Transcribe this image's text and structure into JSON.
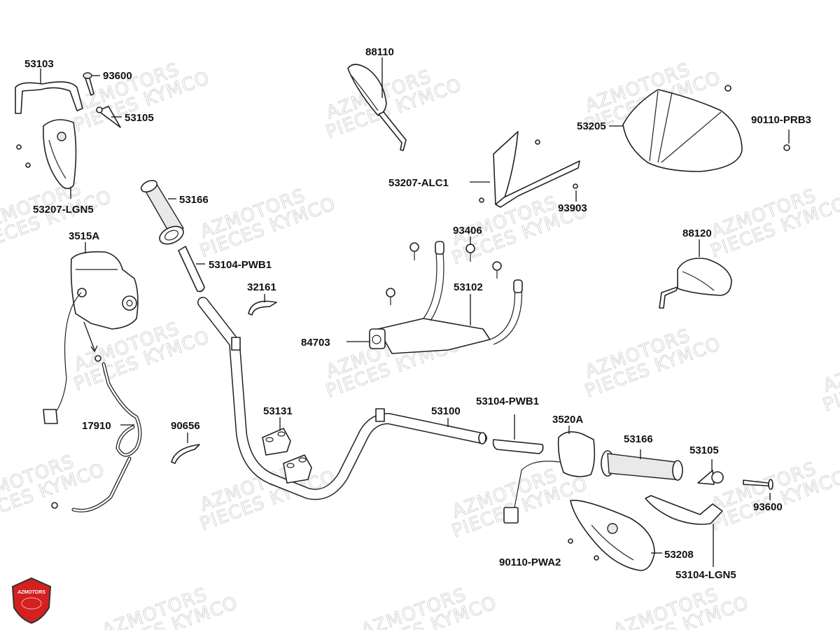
{
  "diagram": {
    "title": "KYMCO handlebar parts exploded view",
    "watermark": {
      "line1": "AZMOTORS",
      "line2": "PIECES KYMCO"
    },
    "logo": {
      "text": "AZMOTORS",
      "color": "#d42020"
    },
    "parts": [
      {
        "id": "53103",
        "label": "53103",
        "name": "hand-guard-bracket-left"
      },
      {
        "id": "93600-l",
        "label": "93600",
        "name": "bolt-left"
      },
      {
        "id": "53105-l",
        "label": "53105",
        "name": "bar-end-weight-left"
      },
      {
        "id": "53207-lgn5",
        "label": "53207-LGN5",
        "name": "hand-guard-left"
      },
      {
        "id": "88110",
        "label": "88110",
        "name": "mirror-left"
      },
      {
        "id": "53207-alc1",
        "label": "53207-ALC1",
        "name": "handlebar-cover-front"
      },
      {
        "id": "93903",
        "label": "93903",
        "name": "screw-cover"
      },
      {
        "id": "53205",
        "label": "53205",
        "name": "handlebar-cover-upper"
      },
      {
        "id": "90110-prb3",
        "label": "90110-PRB3",
        "name": "screw-upper-cover"
      },
      {
        "id": "53166-l",
        "label": "53166",
        "name": "grip-left"
      },
      {
        "id": "53104-pwb1-l",
        "label": "53104-PWB1",
        "name": "grip-pipe-left"
      },
      {
        "id": "3515a",
        "label": "3515A",
        "name": "switch-assembly-left"
      },
      {
        "id": "32161",
        "label": "32161",
        "name": "cable-clamp"
      },
      {
        "id": "93406",
        "label": "93406",
        "name": "bolt-holder"
      },
      {
        "id": "53102",
        "label": "53102",
        "name": "handlebar-bracket"
      },
      {
        "id": "84703",
        "label": "84703",
        "name": "damper"
      },
      {
        "id": "88120",
        "label": "88120",
        "name": "mirror-right"
      },
      {
        "id": "17910",
        "label": "17910",
        "name": "throttle-cable"
      },
      {
        "id": "90656",
        "label": "90656",
        "name": "band"
      },
      {
        "id": "53131",
        "label": "53131",
        "name": "handlebar-holder-upper"
      },
      {
        "id": "53100",
        "label": "53100",
        "name": "handlebar"
      },
      {
        "id": "53104-pwb1-r",
        "label": "53104-PWB1",
        "name": "grip-pipe-right"
      },
      {
        "id": "3520a",
        "label": "3520A",
        "name": "switch-assembly-right"
      },
      {
        "id": "53166-r",
        "label": "53166",
        "name": "grip-right"
      },
      {
        "id": "53105-r",
        "label": "53105",
        "name": "bar-end-weight-right"
      },
      {
        "id": "93600-r",
        "label": "93600",
        "name": "bolt-right"
      },
      {
        "id": "90110-pwa2",
        "label": "90110-PWA2",
        "name": "screw-hand-guard"
      },
      {
        "id": "53208",
        "label": "53208",
        "name": "hand-guard-right"
      },
      {
        "id": "53104-lgn5",
        "label": "53104-LGN5",
        "name": "hand-guard-bracket-right"
      }
    ]
  }
}
